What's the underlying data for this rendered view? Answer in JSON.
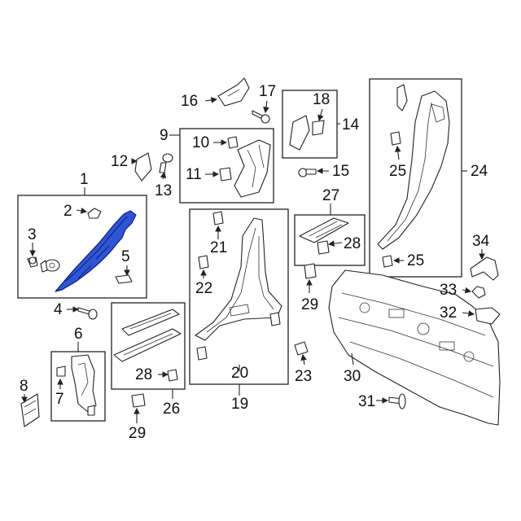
{
  "colors": {
    "highlight": "#2f55d4",
    "line": "#222222",
    "background": "#ffffff"
  },
  "callouts": {
    "c1": "1",
    "c2": "2",
    "c3": "3",
    "c4": "4",
    "c5": "5",
    "c6": "6",
    "c7": "7",
    "c8": "8",
    "c9": "9",
    "c10": "10",
    "c11": "11",
    "c12": "12",
    "c13": "13",
    "c14": "14",
    "c15": "15",
    "c16": "16",
    "c17": "17",
    "c18": "18",
    "c19": "19",
    "c20": "20",
    "c21": "21",
    "c22": "22",
    "c23": "23",
    "c24": "24",
    "c25a": "25",
    "c25b": "25",
    "c26": "26",
    "c27": "27",
    "c28a": "28",
    "c28b": "28",
    "c29a": "29",
    "c29b": "29",
    "c30": "30",
    "c31": "31",
    "c32": "32",
    "c33": "33",
    "c34": "34"
  }
}
